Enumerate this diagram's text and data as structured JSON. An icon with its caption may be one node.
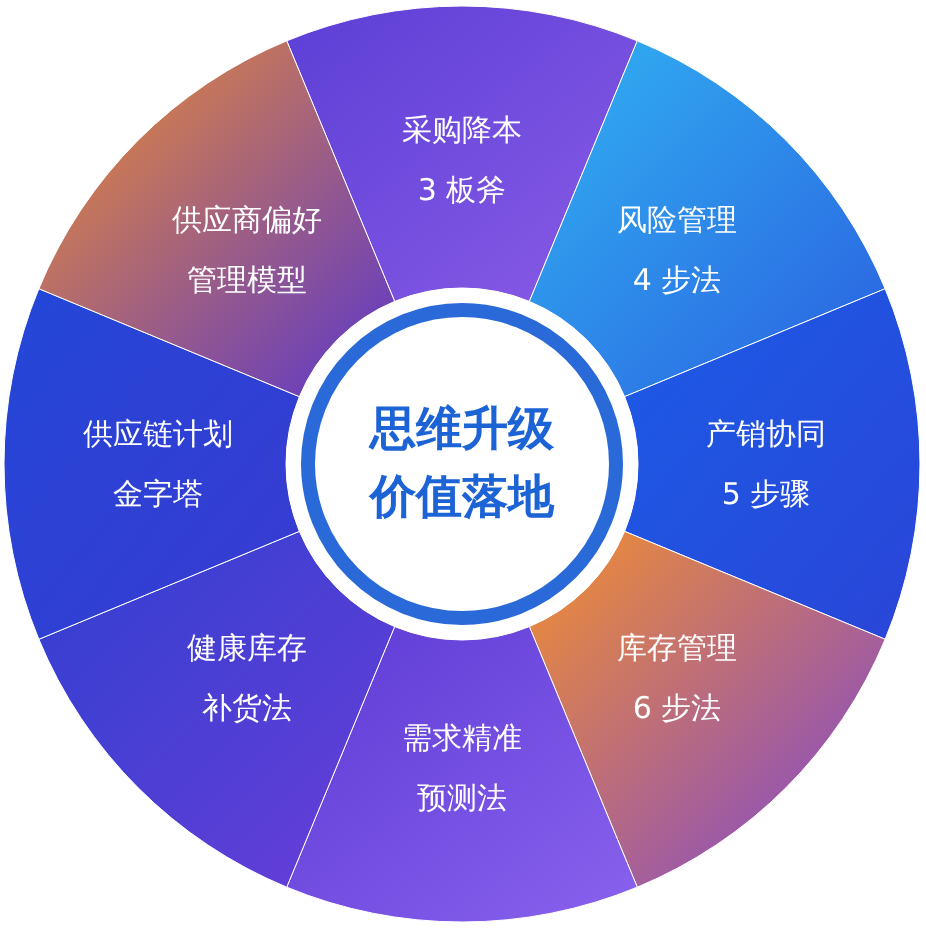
{
  "diagram": {
    "nodes": [
      {
        "text": [
          "思维升级价值落地"
        ]
      },
      {
        "text": [
          "采购降本",
          "3 板斧"
        ]
      },
      {
        "text": [
          "风险管理",
          "4 步法"
        ]
      },
      {
        "text": [
          "产销协同",
          "5 步骤"
        ]
      },
      {
        "text": [
          "库存管理",
          "6 步法"
        ]
      },
      {
        "text": [
          "需求精准",
          "预测法"
        ]
      },
      {
        "text": [
          "健康库存",
          "补货法"
        ]
      },
      {
        "text": [
          "供应链计划",
          "金字塔"
        ]
      },
      {
        "text": [
          "供应商偏好",
          "管理模型"
        ]
      }
    ]
  }
}
